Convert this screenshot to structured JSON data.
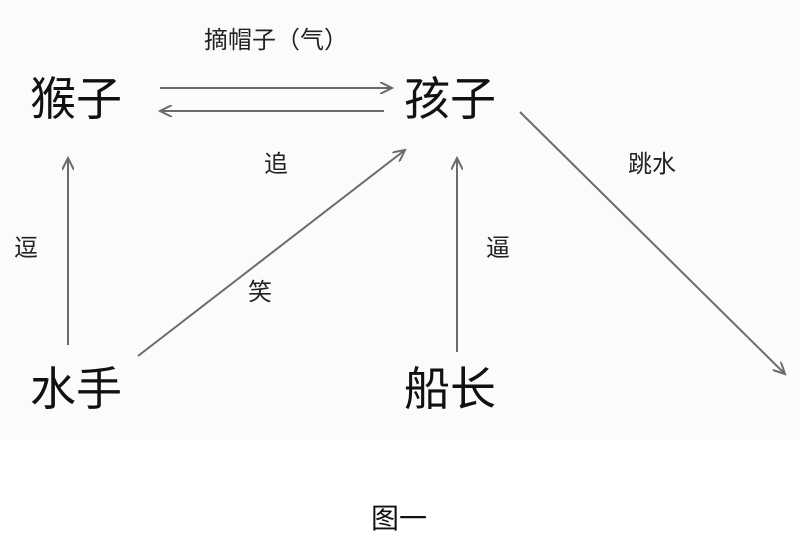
{
  "diagram": {
    "nodes": {
      "monkey": "猴子",
      "child": "孩子",
      "sailor": "水手",
      "captain": "船长"
    },
    "edges": {
      "take_hat": "摘帽子（气）",
      "chase": "追",
      "tease": "逗",
      "laugh": "笑",
      "force": "逼",
      "jump_water": "跳水"
    }
  },
  "caption": "图一",
  "colors": {
    "arrow": "#6b6b6b",
    "text": "#111111"
  }
}
